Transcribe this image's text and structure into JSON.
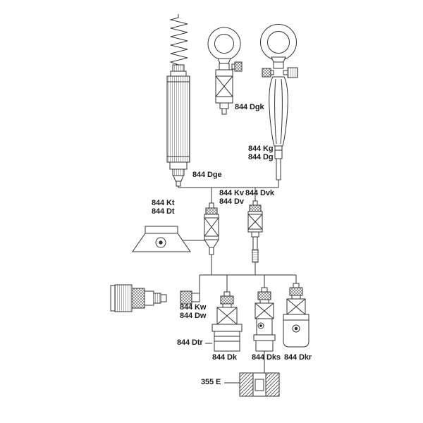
{
  "diagram": {
    "labels": {
      "dgk": "844 Dgk",
      "kg": "844 Kg",
      "dg": "844 Dg",
      "dge": "844 Dge",
      "kv": "844 Kv",
      "dv": "844 Dv",
      "dvk": "844 Dvk",
      "kt": "844 Kt",
      "dt": "844 Dt",
      "kw": "844 Kw",
      "dw": "844 Dw",
      "dtr": "844 Dtr",
      "dk": "844 Dk",
      "dks": "844 Dks",
      "dkr": "844 Dkr",
      "base_plate": "355 E"
    },
    "colors": {
      "line": "#333333",
      "text": "#1a1a1a",
      "background": "#ffffff"
    }
  }
}
